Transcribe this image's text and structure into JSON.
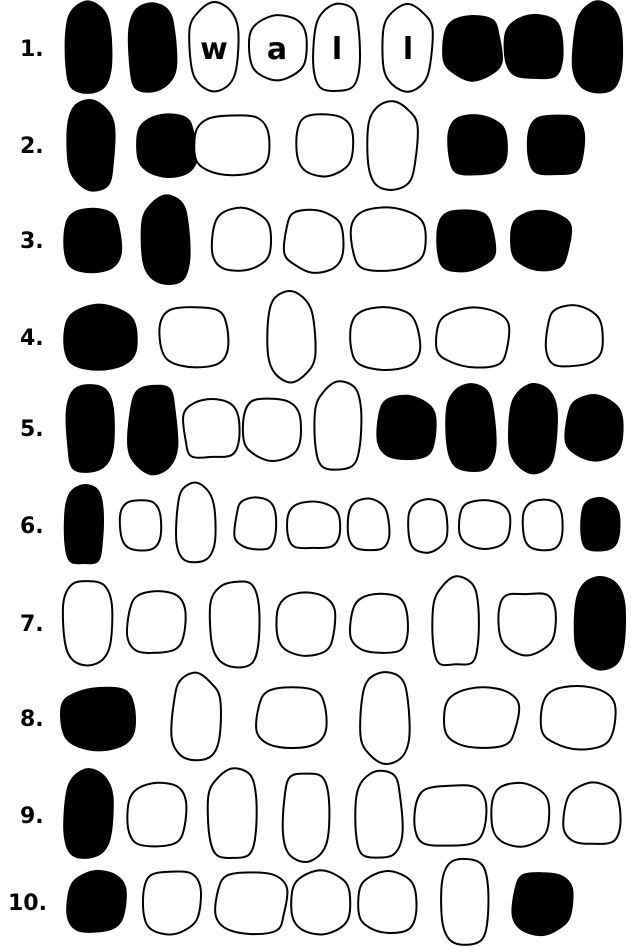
{
  "rows": [
    {
      "number": "1.",
      "stones": [
        {
          "shape": "upright",
          "filled": true
        },
        {
          "shape": "upright",
          "filled": true
        },
        {
          "shape": "upright",
          "filled": false,
          "letter": "w"
        },
        {
          "shape": "round",
          "filled": false,
          "letter": "a"
        },
        {
          "shape": "upright",
          "filled": false,
          "letter": "l"
        },
        {
          "shape": "upright",
          "filled": false,
          "letter": "l"
        },
        {
          "shape": "round",
          "filled": true
        },
        {
          "shape": "round",
          "filled": true
        },
        {
          "shape": "upright",
          "filled": true
        }
      ]
    },
    {
      "number": "2.",
      "stones": [
        {
          "shape": "upright",
          "filled": true
        },
        {
          "shape": "round",
          "filled": true
        },
        {
          "shape": "wide",
          "filled": false
        },
        {
          "shape": "round",
          "filled": false
        },
        {
          "shape": "upright",
          "filled": false
        },
        {
          "shape": "round",
          "filled": true
        },
        {
          "shape": "round",
          "filled": true
        }
      ]
    },
    {
      "number": "3.",
      "stones": [
        {
          "shape": "round",
          "filled": true
        },
        {
          "shape": "upright",
          "filled": true
        },
        {
          "shape": "round",
          "filled": false
        },
        {
          "shape": "round",
          "filled": false
        },
        {
          "shape": "wide",
          "filled": false
        },
        {
          "shape": "round",
          "filled": true
        },
        {
          "shape": "round",
          "filled": true
        }
      ]
    },
    {
      "number": "4.",
      "stones": [
        {
          "shape": "wide",
          "filled": true
        },
        {
          "shape": "wide",
          "filled": false
        },
        {
          "shape": "upright",
          "filled": false
        },
        {
          "shape": "wide",
          "filled": false
        },
        {
          "shape": "wide",
          "filled": false
        },
        {
          "shape": "round",
          "filled": false
        }
      ]
    },
    {
      "number": "5.",
      "stones": [
        {
          "shape": "upright",
          "filled": true
        },
        {
          "shape": "upright",
          "filled": true
        },
        {
          "shape": "round",
          "filled": false
        },
        {
          "shape": "round",
          "filled": false
        },
        {
          "shape": "upright",
          "filled": false
        },
        {
          "shape": "round",
          "filled": true
        },
        {
          "shape": "upright",
          "filled": true
        },
        {
          "shape": "upright",
          "filled": true
        },
        {
          "shape": "round",
          "filled": true
        }
      ]
    },
    {
      "number": "6.",
      "stones": [
        {
          "shape": "upright",
          "filled": true
        },
        {
          "shape": "round",
          "filled": false
        },
        {
          "shape": "upright",
          "filled": false
        },
        {
          "shape": "round",
          "filled": false
        },
        {
          "shape": "wide",
          "filled": false
        },
        {
          "shape": "round",
          "filled": false
        },
        {
          "shape": "round",
          "filled": false
        },
        {
          "shape": "wide",
          "filled": false
        },
        {
          "shape": "round",
          "filled": false
        },
        {
          "shape": "round",
          "filled": true
        }
      ]
    },
    {
      "number": "7.",
      "stones": [
        {
          "shape": "upright",
          "filled": false
        },
        {
          "shape": "round",
          "filled": false
        },
        {
          "shape": "upright",
          "filled": false
        },
        {
          "shape": "round",
          "filled": false
        },
        {
          "shape": "round",
          "filled": false
        },
        {
          "shape": "upright",
          "filled": false
        },
        {
          "shape": "round",
          "filled": false
        },
        {
          "shape": "upright",
          "filled": true
        }
      ]
    },
    {
      "number": "8.",
      "stones": [
        {
          "shape": "wide",
          "filled": true
        },
        {
          "shape": "upright",
          "filled": false
        },
        {
          "shape": "wide",
          "filled": false
        },
        {
          "shape": "upright",
          "filled": false
        },
        {
          "shape": "wide",
          "filled": false
        },
        {
          "shape": "wide",
          "filled": false
        }
      ]
    },
    {
      "number": "9.",
      "stones": [
        {
          "shape": "upright",
          "filled": true
        },
        {
          "shape": "round",
          "filled": false
        },
        {
          "shape": "upright",
          "filled": false
        },
        {
          "shape": "upright",
          "filled": false
        },
        {
          "shape": "upright",
          "filled": false
        },
        {
          "shape": "wide",
          "filled": false
        },
        {
          "shape": "round",
          "filled": false
        },
        {
          "shape": "round",
          "filled": false
        }
      ]
    },
    {
      "number": "10.",
      "stones": [
        {
          "shape": "round",
          "filled": true
        },
        {
          "shape": "round",
          "filled": false
        },
        {
          "shape": "wide",
          "filled": false
        },
        {
          "shape": "round",
          "filled": false
        },
        {
          "shape": "round",
          "filled": false
        },
        {
          "shape": "upright",
          "filled": false
        },
        {
          "shape": "round",
          "filled": true
        }
      ]
    }
  ]
}
